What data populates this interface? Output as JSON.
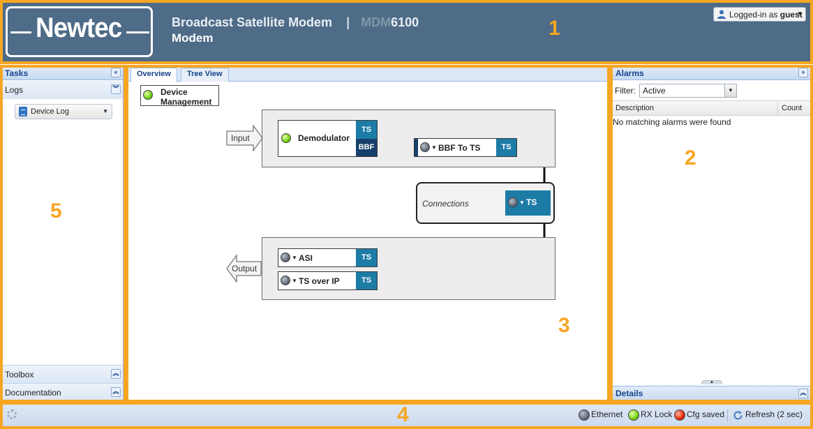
{
  "header": {
    "logo_text": "Newtec",
    "title": "Broadcast Satellite Modem",
    "separator": "|",
    "model_prefix": "MDM",
    "model_number": "6100",
    "subtitle": "Modem",
    "login_prefix": "Logged-in as",
    "login_user": "guest"
  },
  "tasks": {
    "title": "Tasks",
    "logs_label": "Logs",
    "device_log_label": "Device Log",
    "toolbox_label": "Toolbox",
    "documentation_label": "Documentation"
  },
  "center": {
    "tabs": [
      {
        "label": "Overview",
        "active": true
      },
      {
        "label": "Tree View",
        "active": false
      }
    ],
    "device_management_line1": "Device",
    "device_management_line2": "Management",
    "input_label": "Input",
    "output_label": "Output",
    "demodulator_label": "Demodulator",
    "bbf_to_ts_label": "BBF To TS",
    "connections_label": "Connections",
    "asi_label": "ASI",
    "ts_over_ip_label": "TS over IP",
    "port_ts": "TS",
    "port_bbf": "BBF"
  },
  "alarms": {
    "title": "Alarms",
    "filter_label": "Filter:",
    "filter_value": "Active",
    "col_description": "Description",
    "col_count": "Count",
    "empty_message": "No matching alarms were found",
    "details_label": "Details"
  },
  "statusbar": {
    "ethernet_label": "Ethernet",
    "rxlock_label": "RX Lock",
    "cfgsaved_label": "Cfg saved",
    "refresh_label": "Refresh (2 sec)"
  },
  "callouts": [
    "1",
    "2",
    "3",
    "4",
    "5"
  ],
  "colors": {
    "header_bg": "#4e6b87",
    "port_blue": "#1d7ca6",
    "callout_orange": "#f6a623"
  }
}
